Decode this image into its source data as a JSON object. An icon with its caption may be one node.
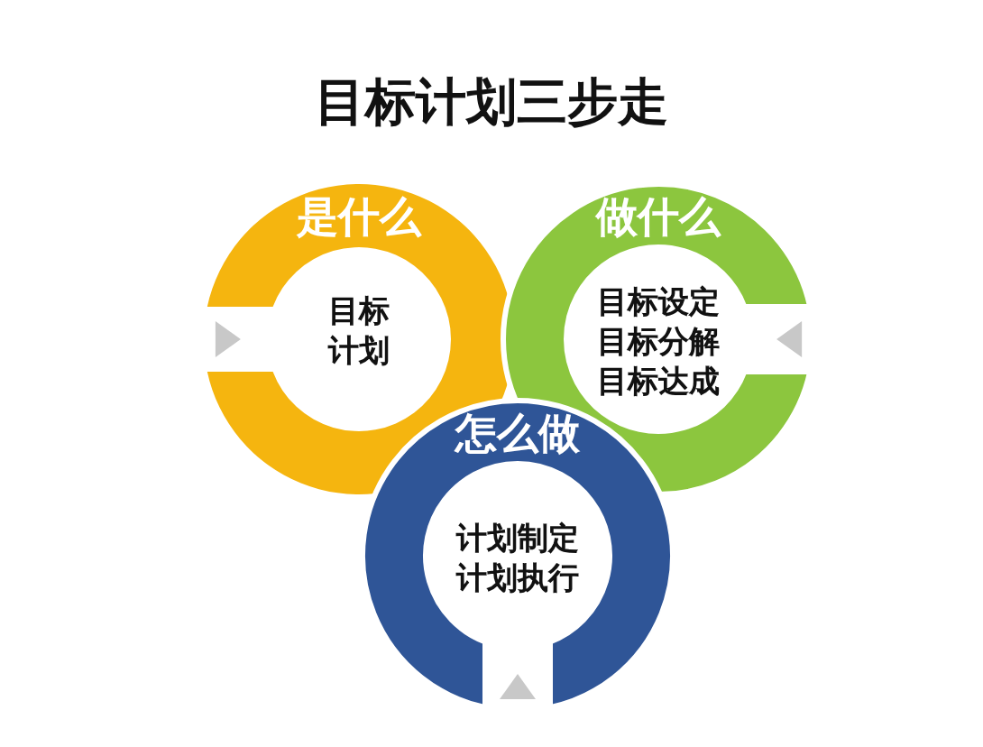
{
  "diagram": {
    "title": "目标计划三步走",
    "nodes": [
      {
        "text": [
          "是什么",
          "目标",
          "计划"
        ]
      },
      {
        "text": [
          "做什么",
          "目标设定",
          "目标分解",
          "目标达成"
        ]
      },
      {
        "text": [
          "怎么做",
          "计划制定",
          "计划执行"
        ]
      }
    ]
  }
}
